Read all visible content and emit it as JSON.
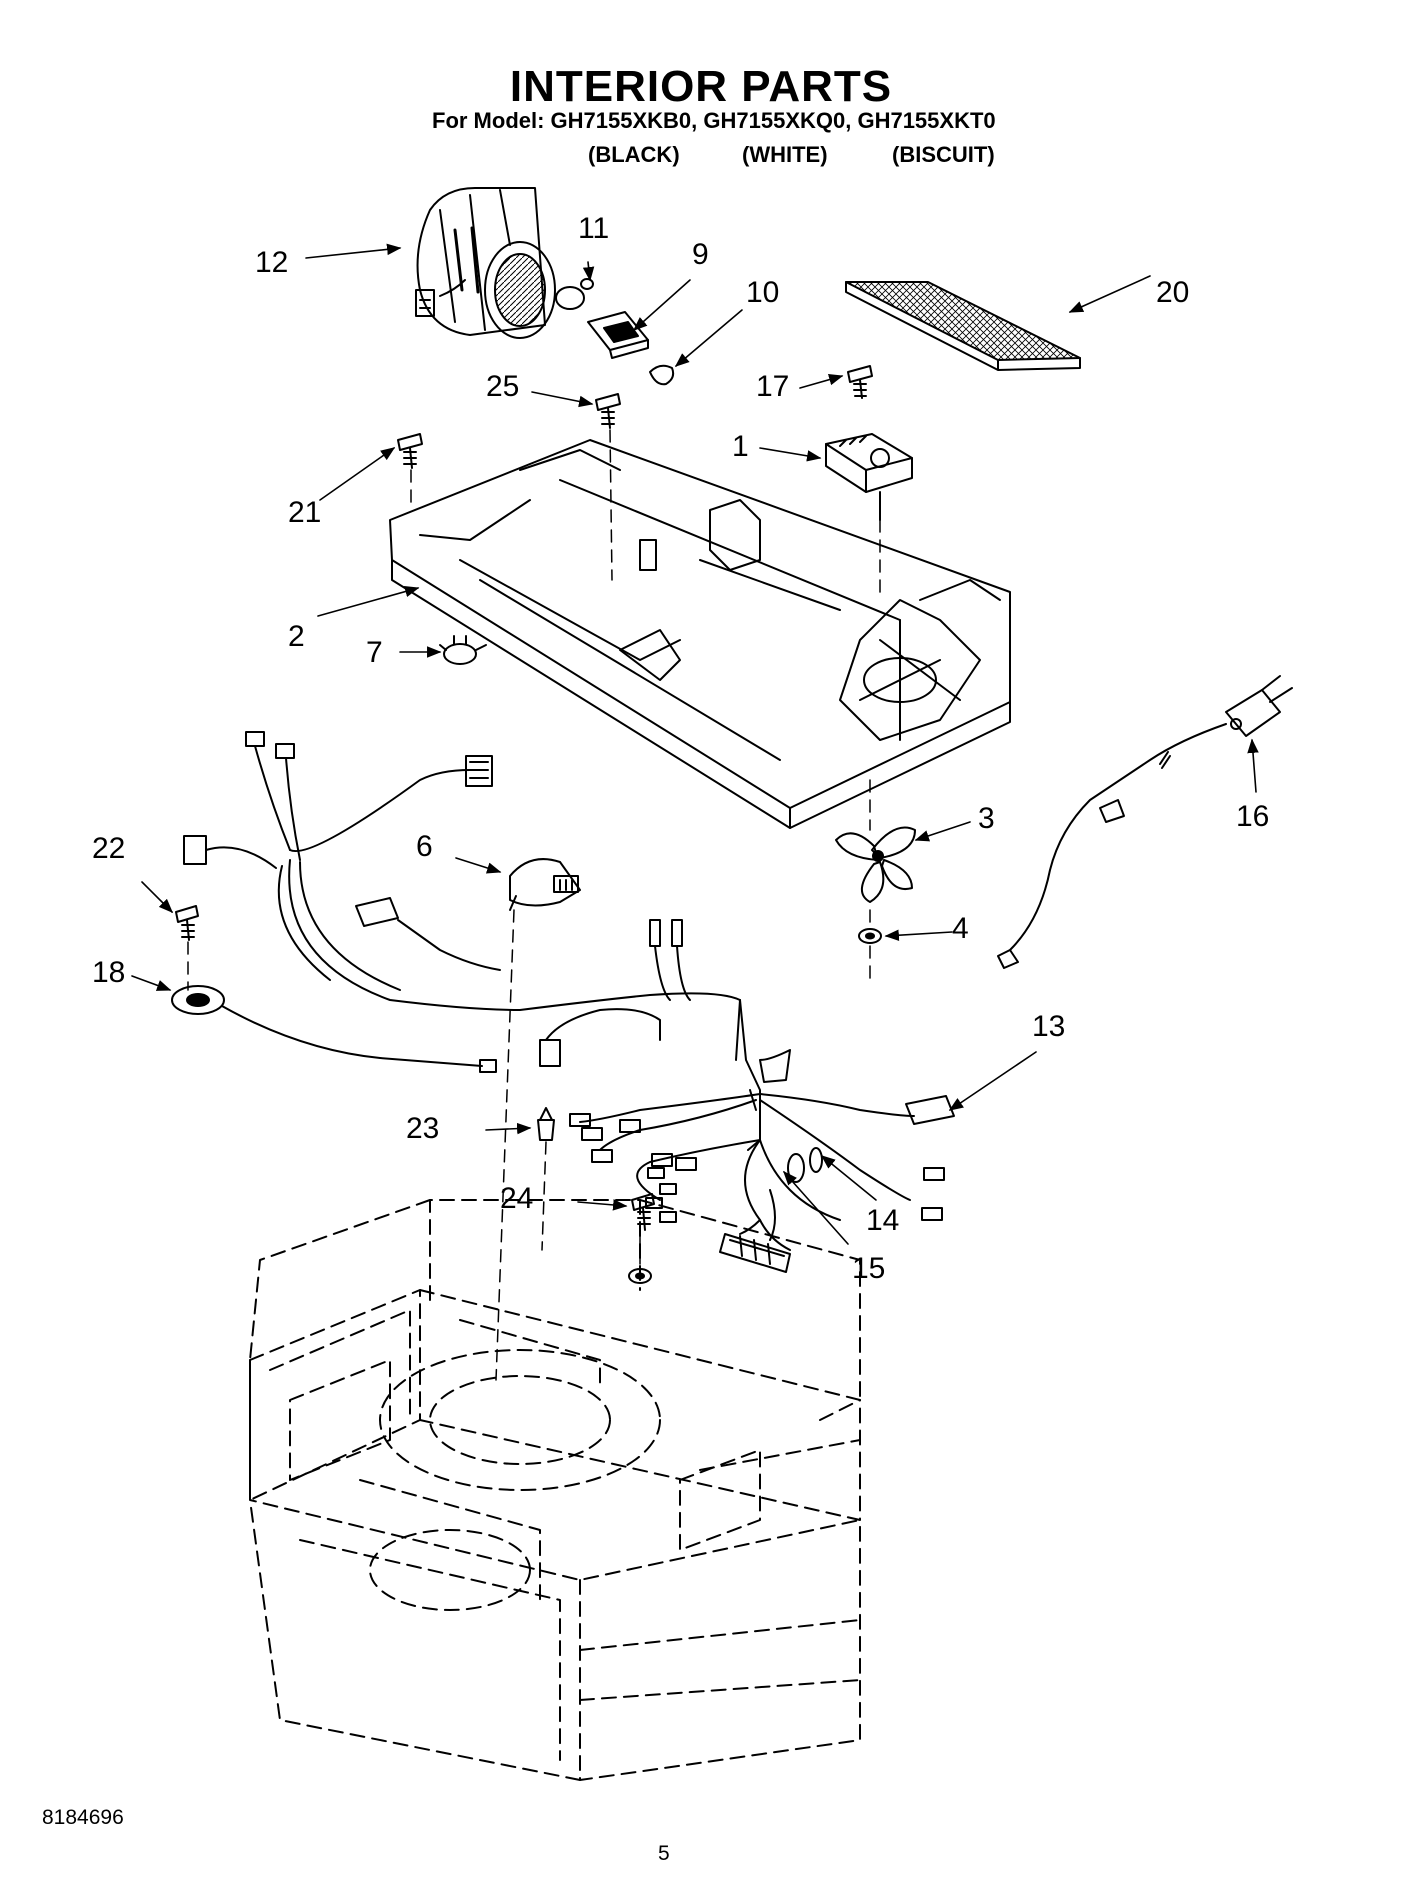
{
  "header": {
    "title": "INTERIOR PARTS",
    "model_line": "For Model: GH7155XKB0, GH7155XKQ0, GH7155XKT0",
    "colors": [
      "(BLACK)",
      "(WHITE)",
      "(BISCUIT)"
    ]
  },
  "callouts": [
    "1",
    "2",
    "3",
    "4",
    "6",
    "7",
    "9",
    "10",
    "11",
    "12",
    "13",
    "14",
    "15",
    "16",
    "17",
    "18",
    "20",
    "21",
    "22",
    "23",
    "24",
    "25"
  ],
  "footer": {
    "document_number": "8184696",
    "page_number": "5"
  },
  "style": {
    "line_color": "#000000",
    "background": "#ffffff"
  }
}
